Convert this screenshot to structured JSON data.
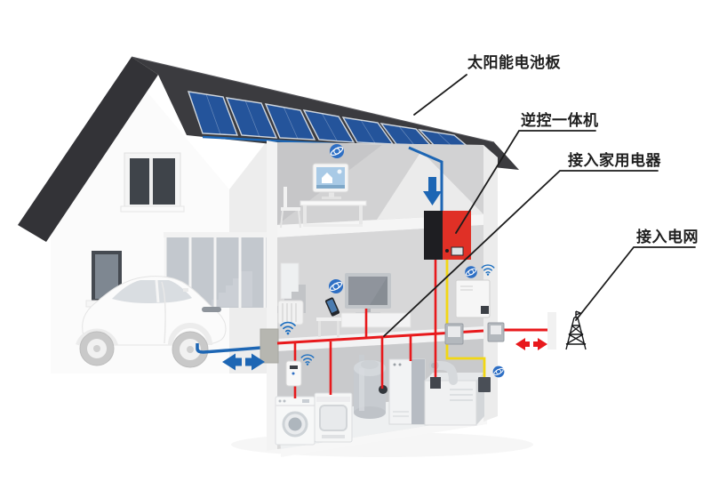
{
  "labels": {
    "solar_panel": "太阳能电池板",
    "inverter": "逆控一体机",
    "home_appliances": "接入家用电器",
    "power_grid": "接入电网"
  },
  "colors": {
    "roof": "#3b3b3f",
    "roof_edge": "#333337",
    "panel_blue": "#24549b",
    "wire_red": "#e8191c",
    "wire_blue": "#1d66b4",
    "wire_yellow": "#f2d714",
    "inverter_black": "#1e1e22",
    "inverter_red": "#e03026",
    "icon_blue": "#2e6fc4",
    "label_text": "#1f1f1f"
  },
  "icons": {
    "globe_sync_icon": "blue globe/monitoring badge",
    "wifi_icon": "wifi signal arcs",
    "pv_down_arrow_icon": "▼",
    "flow_arrows_icon": "⇄"
  }
}
